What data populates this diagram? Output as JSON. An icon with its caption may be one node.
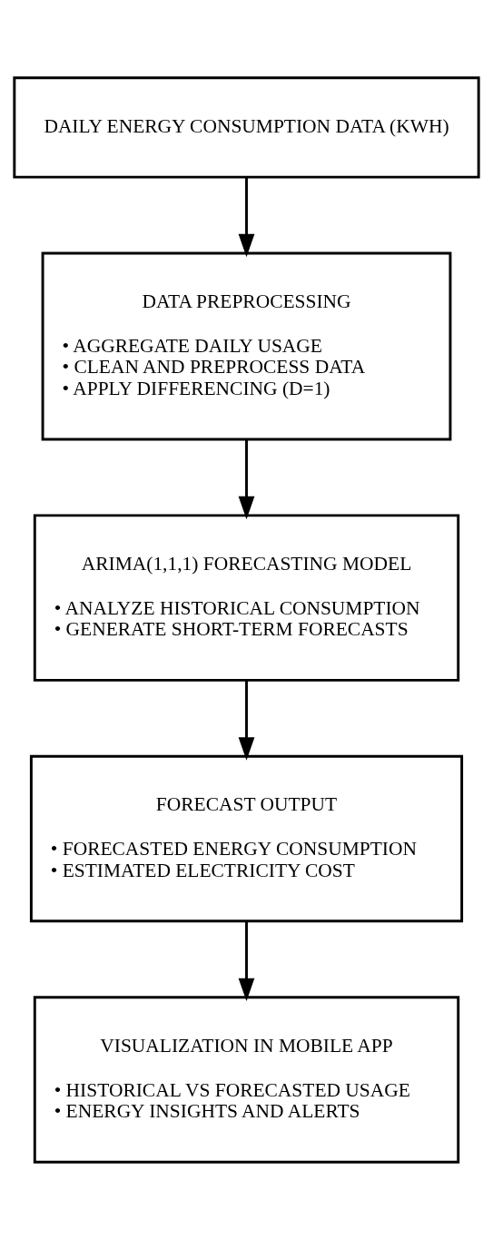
{
  "diagram": {
    "nodes": [
      {
        "text": [
          "DAILY ENERGY CONSUMPTION DATA (KWH)"
        ]
      },
      {
        "text": [
          "DATA PREPROCESSING",
          "• AGGREGATE DAILY USAGE",
          "• CLEAN AND PREPROCESS DATA",
          "• APPLY DIFFERENCING (D=1)"
        ]
      },
      {
        "text": [
          "ARIMA(1,1,1) FORECASTING MODEL",
          "• ANALYZE HISTORICAL CONSUMPTION",
          "• GENERATE SHORT-TERM FORECASTS"
        ]
      },
      {
        "text": [
          "FORECAST OUTPUT",
          "• FORECASTED ENERGY CONSUMPTION",
          "• ESTIMATED ELECTRICITY COST"
        ]
      },
      {
        "text": [
          "VISUALIZATION IN MOBILE APP",
          "• HISTORICAL VS FORECASTED USAGE",
          "• ENERGY INSIGHTS AND ALERTS"
        ]
      }
    ],
    "edges": [
      {
        "from": 0,
        "to": 1,
        "arrow": "to"
      },
      {
        "from": 1,
        "to": 2,
        "arrow": "to"
      },
      {
        "from": 2,
        "to": 3,
        "arrow": "to"
      },
      {
        "from": 3,
        "to": 4,
        "arrow": "to"
      }
    ]
  }
}
